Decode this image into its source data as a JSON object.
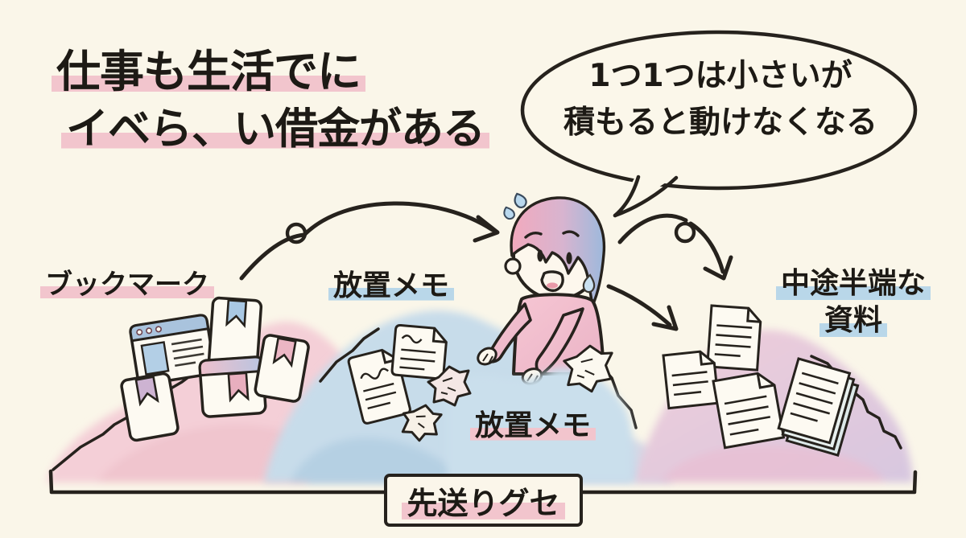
{
  "canvas": {
    "background": "#faf6e9",
    "ink": "#26221d"
  },
  "title": {
    "line1": "仕事も生活でに",
    "line2": "イベら、い借金がある"
  },
  "speech_bubble": {
    "line1": "1つ1つは小さいが",
    "line2": "積もると動けなくなる"
  },
  "labels": {
    "bookmark": "ブックマーク",
    "memo_top": "放置メモ",
    "half_done_line1": "中途半端な",
    "half_done_line2": "資料",
    "memo_bottom": "放置メモ"
  },
  "footer": {
    "bracket_label": "先送りグセ"
  },
  "colors": {
    "highlight_pink": "#f2c5cd",
    "highlight_blue": "#b9d7e9",
    "watercolor_pink": "#f4cfd7",
    "watercolor_blue": "#c7dcea",
    "watercolor_purple": "#d7c7e0",
    "shirt_pink": "#f2bac9",
    "hair_pink": "#f2a9bd",
    "hair_blue": "#9db9dc",
    "paper_white": "#fdfaf2"
  },
  "icons": {
    "left_pile": "browser-window-icon, bookmark-card-icon",
    "middle_pile": "note-paper-icon, crumpled-paper-icon",
    "right_pile": "document-icon, document-stack-icon",
    "character": "worried-person-illustration, sweat-drop-icon",
    "connectors": "curved-arrow-icon, loop-icon, bracket-line"
  }
}
